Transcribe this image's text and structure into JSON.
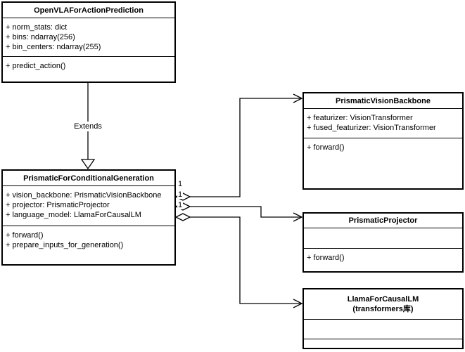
{
  "diagram": {
    "type": "uml-class-diagram",
    "colors": {
      "line": "#000000",
      "background": "#ffffff",
      "text": "#000000"
    },
    "classes": {
      "openvla": {
        "title": "OpenVLAForActionPrediction",
        "attributes": [
          "+ norm_stats: dict",
          "+ bins: ndarray(256)",
          "+ bin_centers: ndarray(255)"
        ],
        "methods": [
          "+ predict_action()"
        ]
      },
      "prismatic": {
        "title": "PrismaticForConditionalGeneration",
        "attributes": [
          "+ vision_backbone: PrismaticVisionBackbone",
          "+ projector: PrismaticProjector",
          "+ language_model: LlamaForCausalLM"
        ],
        "methods": [
          "+ forward()",
          "+ prepare_inputs_for_generation()"
        ]
      },
      "vision_backbone": {
        "title": "PrismaticVisionBackbone",
        "attributes": [
          "+ featurizer: VisionTransformer",
          "+ fused_featurizer: VisionTransformer"
        ],
        "methods": [
          "+ forward()"
        ]
      },
      "projector": {
        "title": "PrismaticProjector",
        "attributes": [],
        "methods": [
          "+ forward()"
        ]
      },
      "llama": {
        "title": "LlamaForCausalLM",
        "subtitle": "(transformers库)",
        "attributes": [],
        "methods": []
      }
    },
    "relationships": {
      "extends": {
        "label": "Extends",
        "type": "generalization",
        "from": "OpenVLAForActionPrediction",
        "to": "PrismaticForConditionalGeneration"
      },
      "vision": {
        "multiplicity": "1",
        "type": "aggregation",
        "from": "PrismaticForConditionalGeneration",
        "to": "PrismaticVisionBackbone"
      },
      "projector": {
        "multiplicity": "1",
        "type": "aggregation",
        "from": "PrismaticForConditionalGeneration",
        "to": "PrismaticProjector"
      },
      "language_model": {
        "multiplicity": "1",
        "type": "aggregation",
        "from": "PrismaticForConditionalGeneration",
        "to": "LlamaForCausalLM"
      }
    }
  }
}
